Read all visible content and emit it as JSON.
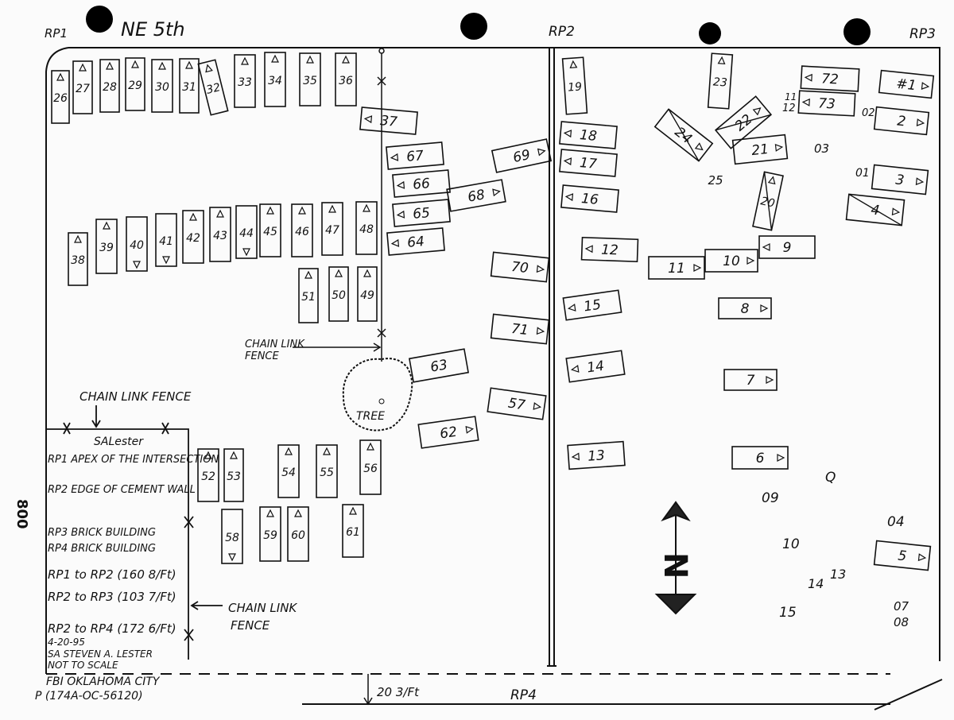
{
  "header": {
    "street": "NE 5th",
    "rp1": "RP1",
    "rp2": "RP2",
    "rp3": "RP3",
    "rp4": "RP4"
  },
  "page_number": "800",
  "labels": {
    "chain_link_fence": "CHAIN LINK FENCE",
    "chain_link": "CHAIN LINK",
    "fence": "FENCE",
    "tree": "TREE"
  },
  "legend": {
    "author_short": "SALester",
    "rp1": "RP1 APEX OF THE INTERSECTION",
    "rp2": "RP2 EDGE OF CEMENT WALL",
    "rp3": "RP3 BRICK BUILDING",
    "rp4": "RP4 BRICK BUILDING",
    "dist1": "RP1 to RP2 (160 8/Ft)",
    "dist2": "RP2 to RP3 (103 7/Ft)",
    "dist3": "RP2 to RP4 (172 6/Ft)",
    "date": "4-20-95",
    "signed": "SA STEVEN A. LESTER",
    "scale": "NOT TO SCALE",
    "office": "FBI OKLAHOMA CITY",
    "file": "P (174A-OC-56120)"
  },
  "dimension": "20 3/Ft",
  "north": "N",
  "cars": {
    "c26": "26",
    "c27": "27",
    "c28": "28",
    "c29": "29",
    "c30": "30",
    "c31": "31",
    "c32": "32",
    "c33": "33",
    "c34": "34",
    "c35": "35",
    "c36": "36",
    "c37": "37",
    "c38": "38",
    "c39": "39",
    "c40": "40",
    "c41": "41",
    "c42": "42",
    "c43": "43",
    "c44": "44",
    "c45": "45",
    "c46": "46",
    "c47": "47",
    "c48": "48",
    "c49": "49",
    "c50": "50",
    "c51": "51",
    "c52": "52",
    "c53": "53",
    "c54": "54",
    "c55": "55",
    "c56": "56",
    "c57": "57",
    "c58": "58",
    "c59": "59",
    "c60": "60",
    "c61": "61",
    "c62": "62",
    "c63": "63",
    "c64": "64",
    "c65": "65",
    "c66": "66",
    "c67": "67",
    "c68": "68",
    "c69": "69",
    "c70": "70",
    "c71": "71",
    "c1": "#1",
    "c2": "2",
    "c3": "3",
    "c4": "4",
    "c5": "5",
    "c6": "6",
    "c7": "7",
    "c8": "8",
    "c9": "9",
    "c10": "10",
    "c11": "11",
    "c12": "12",
    "c13": "13",
    "c14": "14",
    "c15": "15",
    "c16": "16",
    "c17": "17",
    "c18": "18",
    "c19": "19",
    "c20": "20",
    "c21": "21",
    "c22": "22",
    "c23": "23",
    "c24": "24",
    "c25": "25",
    "c72": "72",
    "c73": "73"
  },
  "markers": {
    "m01": "01",
    "m02": "02",
    "m03": "03",
    "m04": "04",
    "m07": "07",
    "m08": "08",
    "m09": "09",
    "m10": "10",
    "m11": "11",
    "m12": "12",
    "m13": "13",
    "m14": "14",
    "m15": "15",
    "m_q": "Q"
  }
}
